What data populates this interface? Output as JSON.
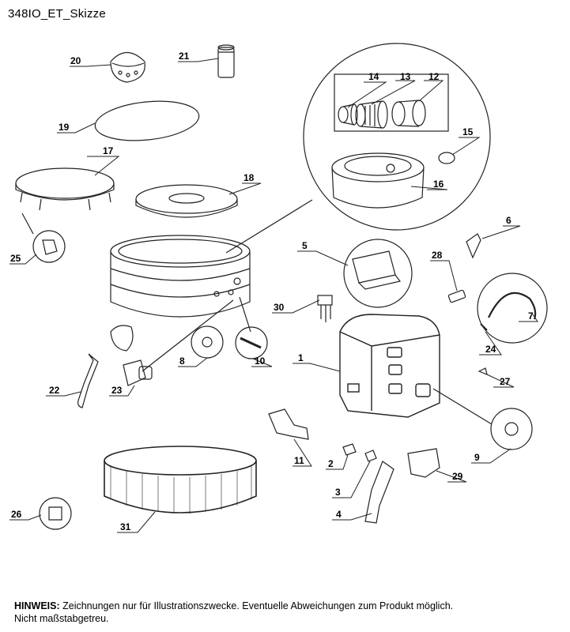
{
  "title": "348IO_ET_Skizze",
  "labels": {
    "p1": "1",
    "p2": "2",
    "p3": "3",
    "p4": "4",
    "p5": "5",
    "p6": "6",
    "p7": "7",
    "p8": "8",
    "p9": "9",
    "p10": "10",
    "p11": "11",
    "p12": "12",
    "p13": "13",
    "p14": "14",
    "p15": "15",
    "p16": "16",
    "p17": "17",
    "p18": "18",
    "p19": "19",
    "p20": "20",
    "p21": "21",
    "p22": "22",
    "p23": "23",
    "p24": "24",
    "p25": "25",
    "p26": "26",
    "p27": "27",
    "p28": "28",
    "p29": "29",
    "p30": "30",
    "p31": "31"
  },
  "note": {
    "heading": "HINWEIS:",
    "text": " Zeichnungen nur für Illustrationszwecke. Eventuelle Abweichungen zum Produkt möglich.",
    "line2": "Nicht maßstabgetreu."
  }
}
